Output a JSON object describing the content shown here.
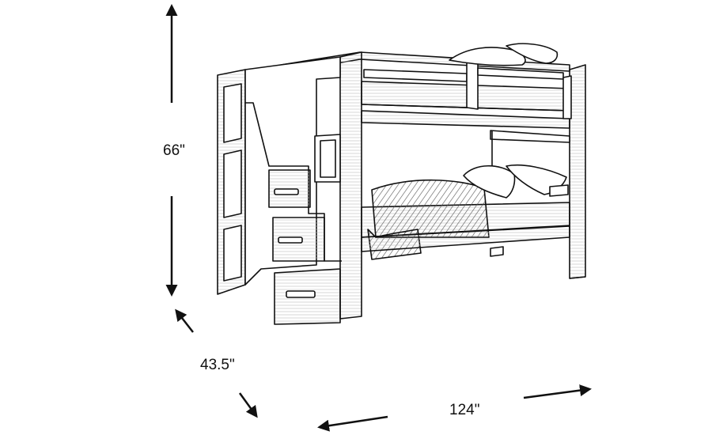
{
  "dimensions": {
    "height": "66\"",
    "depth": "43.5\"",
    "width": "124\""
  },
  "colors": {
    "line": "#111111",
    "shade": "#c9c9c9",
    "background": "#ffffff"
  }
}
